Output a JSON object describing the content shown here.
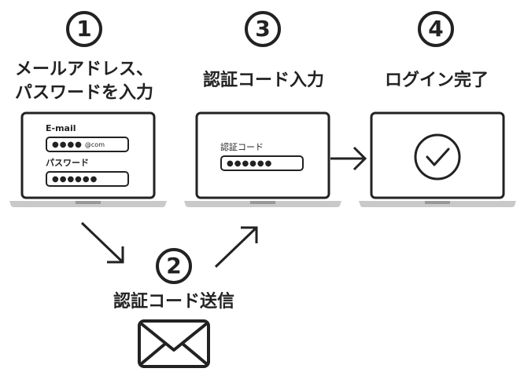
{
  "steps": [
    {
      "number": "1",
      "label_lines": [
        "メールアドレス、",
        "パスワードを入力"
      ]
    },
    {
      "number": "2",
      "label": "認証コード送信"
    },
    {
      "number": "3",
      "label": "認証コード入力"
    },
    {
      "number": "4",
      "label": "ログイン完了"
    }
  ],
  "screen1": {
    "email_label": "E-mail",
    "email_value": "●●●●",
    "email_suffix": "@com",
    "password_label": "パスワード",
    "password_value": "●●●●●●"
  },
  "screen3": {
    "code_label": "認証コード",
    "code_value": "●●●●●●"
  },
  "icons": {
    "mail": "envelope-icon",
    "done": "check-circle-icon"
  },
  "colors": {
    "ink": "#222222",
    "laptop_base": "#c9c9c9"
  }
}
